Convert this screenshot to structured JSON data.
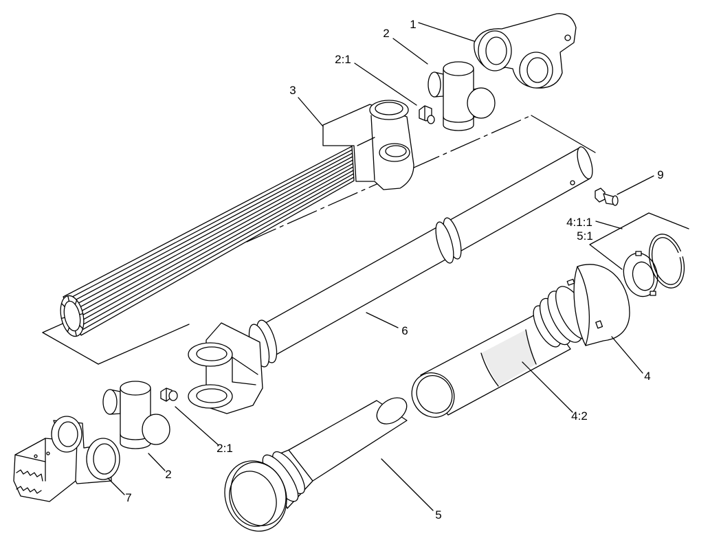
{
  "colors": {
    "line": "#000000",
    "background": "#ffffff"
  },
  "diagram": {
    "callouts": {
      "part_1": "1",
      "part_2_top": "2",
      "part_2_1_top": "2:1",
      "part_3": "3",
      "part_9": "9",
      "part_4_1_1": "4:1:1",
      "part_5_1": "5:1",
      "part_6": "6",
      "part_4": "4",
      "part_4_2": "4:2",
      "part_2_1_bottom": "2:1",
      "part_2_bottom": "2",
      "part_7": "7",
      "part_5": "5"
    }
  }
}
